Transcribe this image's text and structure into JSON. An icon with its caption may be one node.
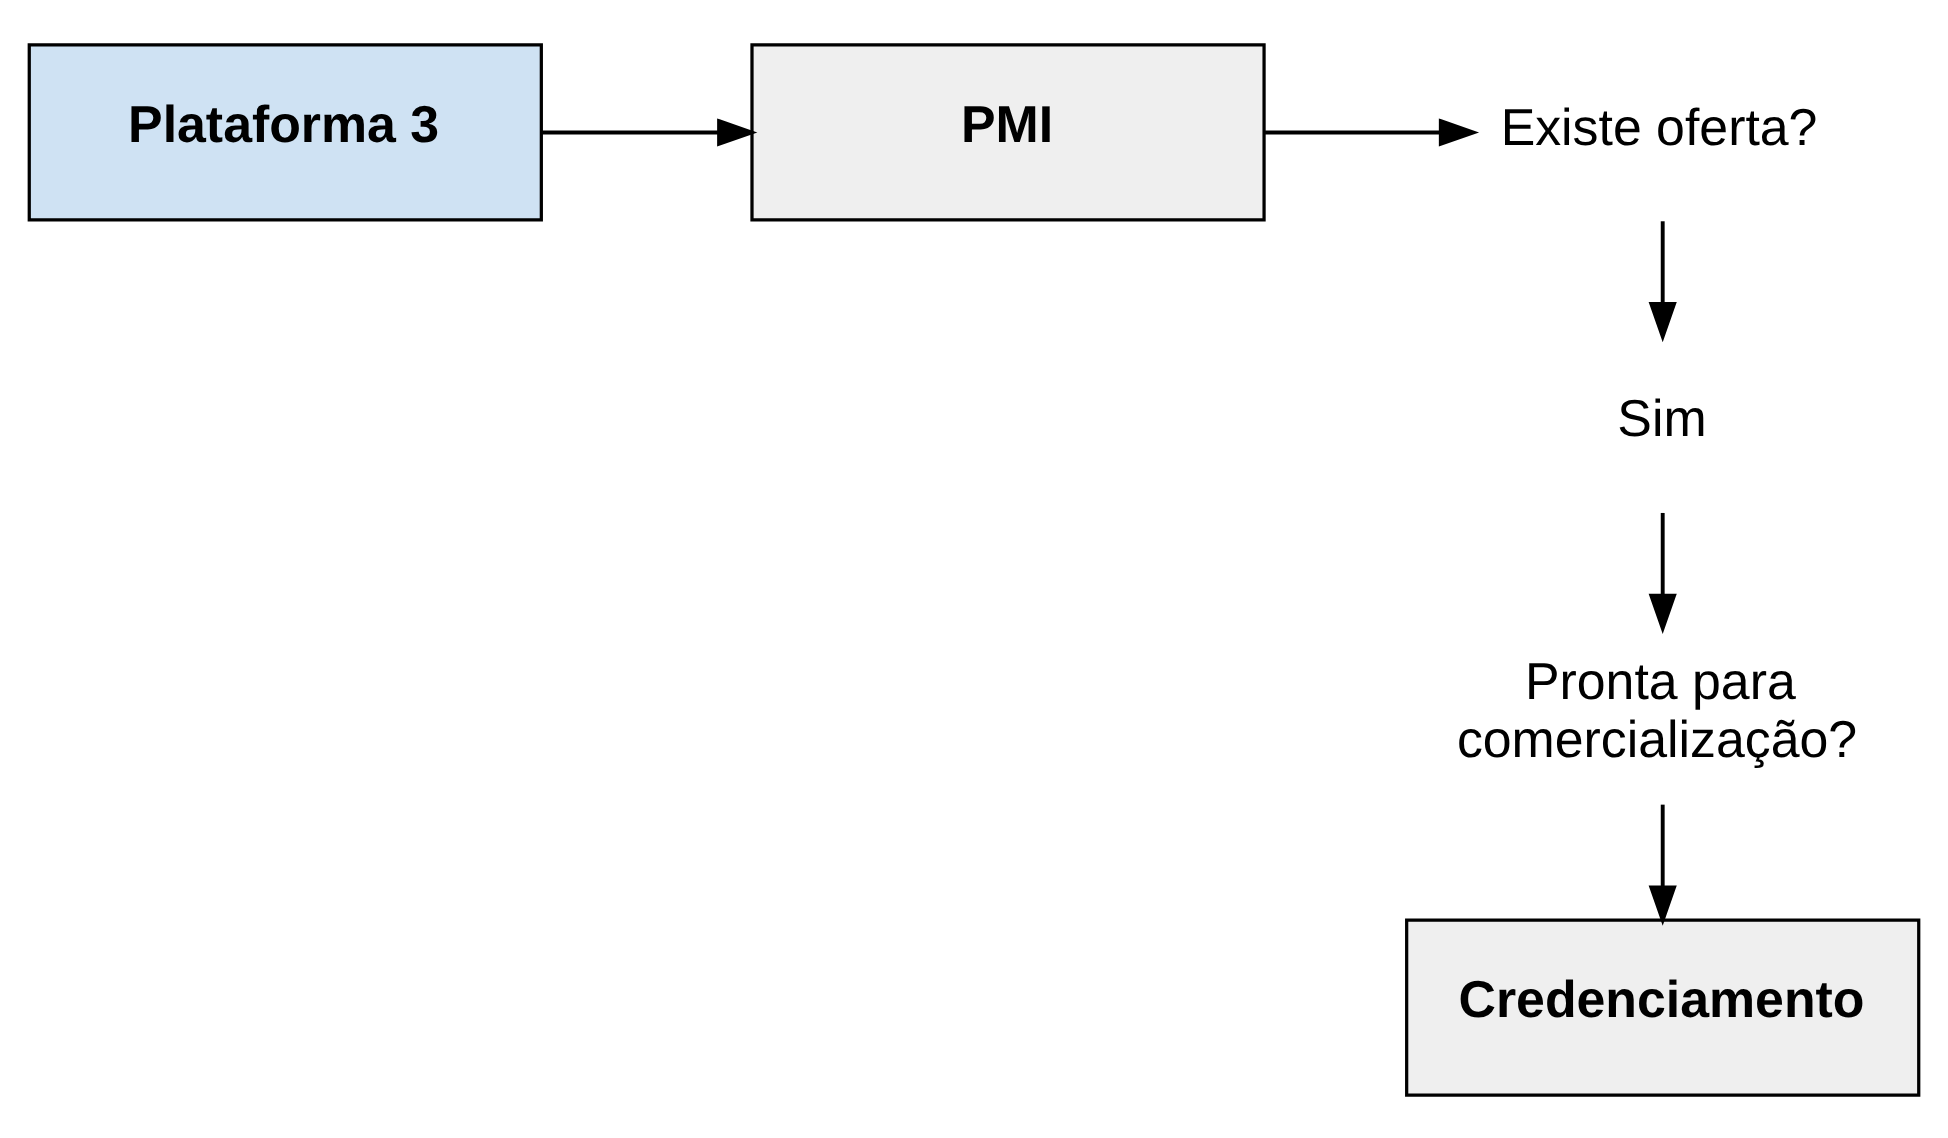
{
  "diagram": {
    "nodes": [
      {
        "text": [
          "Plataforma 3"
        ]
      },
      {
        "text": [
          "PMI"
        ]
      },
      {
        "text": [
          "Existe oferta?"
        ]
      },
      {
        "text": [
          "Sim"
        ]
      },
      {
        "text": [
          "Pronta para comercialização?"
        ]
      },
      {
        "text": [
          "Credenciamento"
        ]
      }
    ],
    "edges": [
      {
        "from": 0,
        "to": 1,
        "arrow": "to"
      },
      {
        "from": 1,
        "to": 2,
        "arrow": "to"
      },
      {
        "from": 2,
        "to": 3,
        "arrow": "to"
      },
      {
        "from": 3,
        "to": 4,
        "arrow": "to"
      },
      {
        "from": 4,
        "to": 5,
        "arrow": "to"
      }
    ]
  }
}
